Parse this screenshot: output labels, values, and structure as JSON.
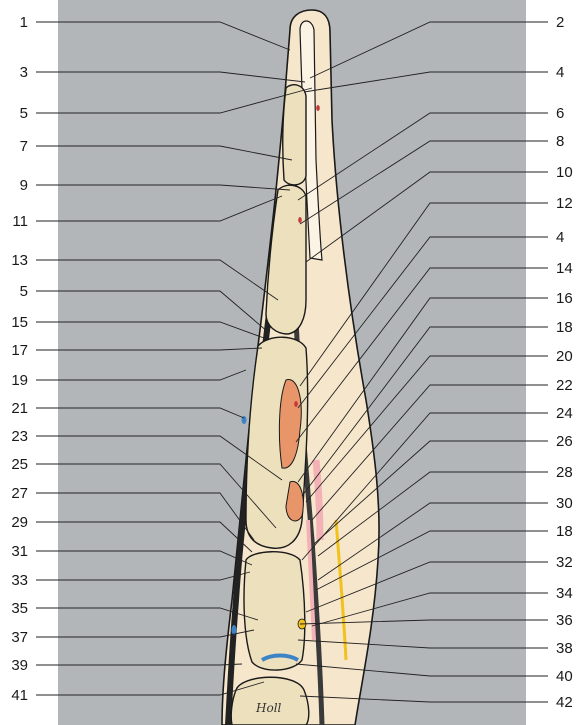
{
  "left_labels": [
    "1",
    "3",
    "5",
    "7",
    "9",
    "11",
    "13",
    "5",
    "15",
    "17",
    "19",
    "21",
    "23",
    "25",
    "27",
    "29",
    "31",
    "33",
    "35",
    "37",
    "39",
    "41"
  ],
  "right_labels": [
    "2",
    "4",
    "6",
    "8",
    "10",
    "12",
    "4",
    "14",
    "16",
    "18",
    "20",
    "22",
    "24",
    "26",
    "28",
    "30",
    "18",
    "32",
    "34",
    "36",
    "38",
    "40",
    "42"
  ],
  "signature": "Holl",
  "colors": {
    "panel": "#b3b6b9",
    "skin": "#f6e6cc",
    "bone": "#ede0bd",
    "muscle": "#e9956a",
    "pink": "#f3b2b6",
    "yellow": "#f1c21a",
    "blue": "#3d84c6",
    "dark": "#1a1a1a"
  }
}
